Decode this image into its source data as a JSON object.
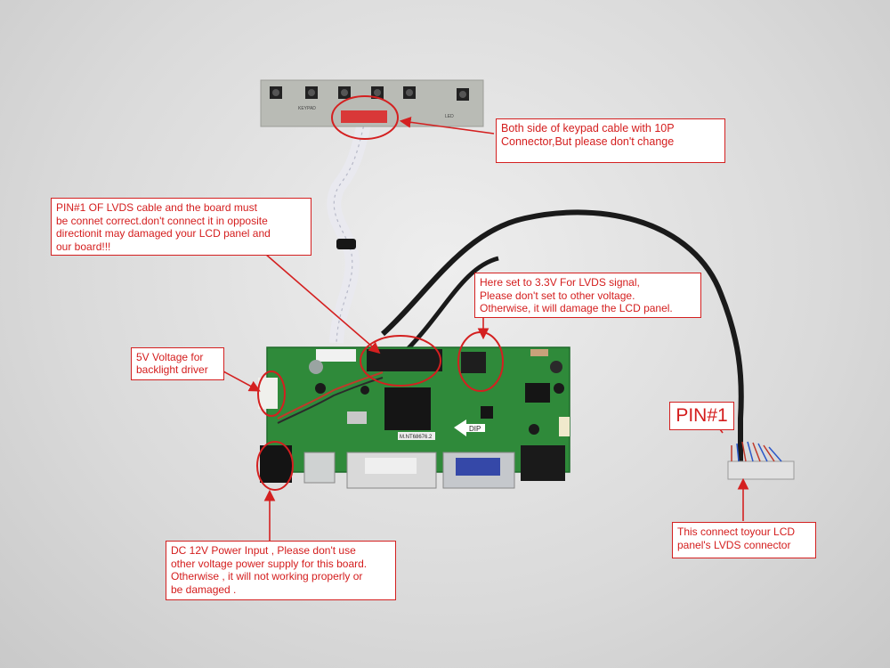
{
  "callouts": {
    "keypad": {
      "line1": "Both side of keypad cable with 10P",
      "line2": "Connector,But please don't change"
    },
    "lvds_pin": {
      "line1": "PIN#1 OF LVDS cable and the board must",
      "line2": "be connet correct.don't connect it in opposite",
      "line3": "directionit may damaged your LCD panel and",
      "line4": "our board!!!"
    },
    "voltage33": {
      "line1": "Here set to 3.3V For LVDS signal,",
      "line2": "Please don't set to other voltage.",
      "line3": "Otherwise, it will damage the LCD panel."
    },
    "backlight": {
      "line1": "5V Voltage for",
      "line2": "backlight driver"
    },
    "pin1": "PIN#1",
    "power": {
      "line1": "DC 12V Power Input , Please don't use",
      "line2": "other voltage power supply for this board.",
      "line3": "Otherwise , it will not working properly or",
      "line4": "be damaged ."
    },
    "lcd": {
      "line1": "This connect toyour LCD",
      "line2": "panel's LVDS connector"
    }
  },
  "board_labels": {
    "dip": "DIP",
    "model": "M.NT68676.2",
    "keypad_pcb": "KEYPAD",
    "led": "LED"
  },
  "colors": {
    "annotation_red": "#d42020",
    "pcb_green": "#2f8a3a",
    "keypad_pcb": "#b9bbb5"
  }
}
